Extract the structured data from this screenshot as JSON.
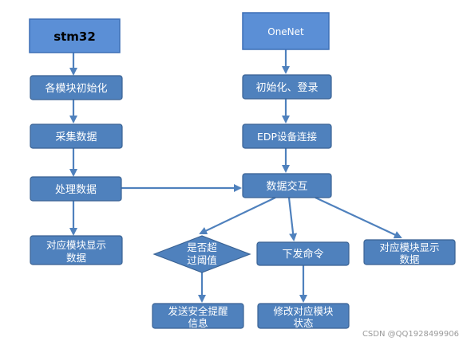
{
  "colors": {
    "header_fill": "#5b8fd6",
    "header_edge": "#3d6fb6",
    "node_fill": "#4f81bd",
    "node_edge": "#3a6293",
    "arrow": "#4f81bd",
    "text_on_node": "#ffffff",
    "text_on_header": "#000000"
  },
  "diagram": {
    "headers": {
      "stm32": "stm32",
      "onenet": "OneNet"
    },
    "left": {
      "init": "各模块初始化",
      "collect": "采集数据",
      "process": "处理数据",
      "display": [
        "对应模块显示",
        "数据"
      ]
    },
    "right": {
      "init_login": "初始化、登录",
      "edp_connect": "EDP设备连接",
      "data_exchange": "数据交互",
      "threshold": [
        "是否超",
        "过阈值"
      ],
      "send_cmd": "下发命令",
      "display": [
        "对应模块显示",
        "数据"
      ],
      "alert": [
        "发送安全提醒",
        "信息"
      ],
      "modify_state": [
        "修改对应模块",
        "状态"
      ]
    }
  },
  "watermark": "CSDN @QQ1928499906"
}
